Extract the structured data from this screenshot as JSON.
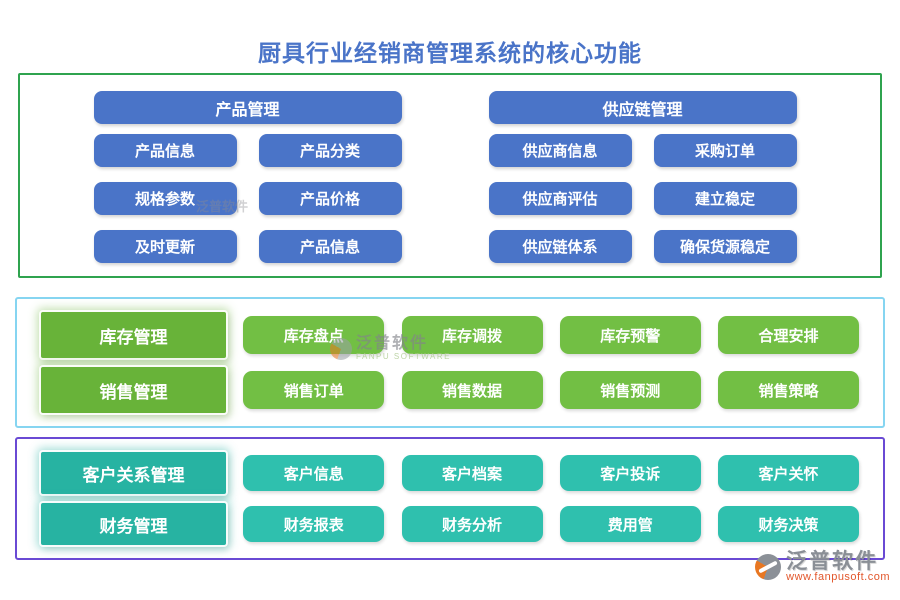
{
  "title": "厨具行业经销商管理系统的核心功能",
  "top_section": {
    "product_group": {
      "header": "产品管理",
      "items": [
        "产品信息",
        "产品分类",
        "规格参数",
        "产品价格",
        "及时更新",
        "产品信息"
      ]
    },
    "supply_group": {
      "header": "供应链管理",
      "items": [
        "供应商信息",
        "采购订单",
        "供应商评估",
        "建立稳定",
        "供应链体系",
        "确保货源稳定"
      ]
    }
  },
  "middle_section": {
    "inventory_row": {
      "header": "库存管理",
      "items": [
        "库存盘点",
        "库存调拨",
        "库存预警",
        "合理安排"
      ]
    },
    "sales_row": {
      "header": "销售管理",
      "items": [
        "销售订单",
        "销售数据",
        "销售预测",
        "销售策略"
      ]
    }
  },
  "bottom_section": {
    "customer_row": {
      "header": "客户关系管理",
      "items": [
        "客户信息",
        "客户档案",
        "客户投诉",
        "客户关怀"
      ]
    },
    "finance_row": {
      "header": "财务管理",
      "items": [
        "财务报表",
        "财务分析",
        "费用管",
        "财务决策"
      ]
    }
  },
  "watermarks": {
    "top_text": "泛普软件",
    "middle_text": "泛普软件",
    "middle_subtext": "FANPU SOFTWARE"
  },
  "logo": {
    "name": "泛普软件",
    "website": "www.fanpusoft.com"
  },
  "colors": {
    "title_blue": "#4a74c8",
    "blue_button": "#4a74c8",
    "green_header": "#68b339",
    "green_button": "#72bf44",
    "teal_header": "#27b3a2",
    "teal_button": "#2fc0ae",
    "top_border": "#2fa34f",
    "middle_border": "#86d5f1",
    "bottom_border": "#6a4ad4",
    "logo_orange": "#e87722",
    "logo_gray": "#8a8f96",
    "logo_url_color": "#e2572c"
  }
}
